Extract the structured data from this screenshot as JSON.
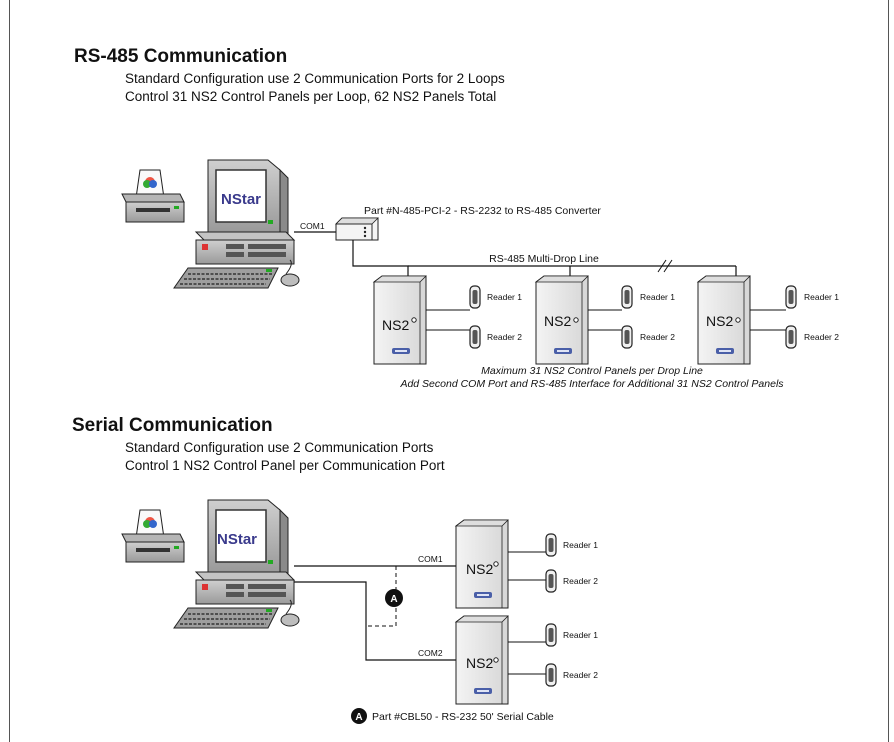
{
  "rs485": {
    "title": "RS-485 Communication",
    "line1": "Standard Configuration use 2 Communication Ports for 2 Loops",
    "line2": "Control 31 NS2 Control Panels per Loop, 62 NS2 Panels Total",
    "monitor_label": "NStar",
    "com_label": "COM1",
    "converter_label": "Part #N-485-PCI-2  -  RS-2232 to RS-485 Converter",
    "bus_label": "RS-485 Multi-Drop Line",
    "panels": [
      {
        "label": "NS2",
        "readers": [
          "Reader 1",
          "Reader 2"
        ]
      },
      {
        "label": "NS2",
        "readers": [
          "Reader 1",
          "Reader 2"
        ]
      },
      {
        "label": "NS2",
        "readers": [
          "Reader 1",
          "Reader 2"
        ]
      }
    ],
    "note1": "Maximum 31 NS2 Control Panels per Drop Line",
    "note2": "Add Second COM Port and RS-485 Interface for Additional 31 NS2 Control Panels"
  },
  "serial": {
    "title": "Serial Communication",
    "line1": "Standard Configuration use 2 Communication Ports",
    "line2": "Control 1 NS2 Control Panel per Communication Port",
    "monitor_label": "NStar",
    "com1_label": "COM1",
    "com2_label": "COM2",
    "marker": "A",
    "panels": [
      {
        "label": "NS2",
        "readers": [
          "Reader 1",
          "Reader 2"
        ]
      },
      {
        "label": "NS2",
        "readers": [
          "Reader 1",
          "Reader 2"
        ]
      }
    ],
    "legend_marker": "A",
    "legend_text": "Part #CBL50  -  RS-232 50' Serial Cable"
  },
  "colors": {
    "line": "#111111",
    "computer_body": "#b8b8b8",
    "computer_dark": "#6e6e6e",
    "screen": "#ffffff",
    "screen_text": "#3a3a8c",
    "panel_body": "#ececec",
    "panel_shade": "#c8c8c8",
    "reader": "#d9d9d9"
  }
}
